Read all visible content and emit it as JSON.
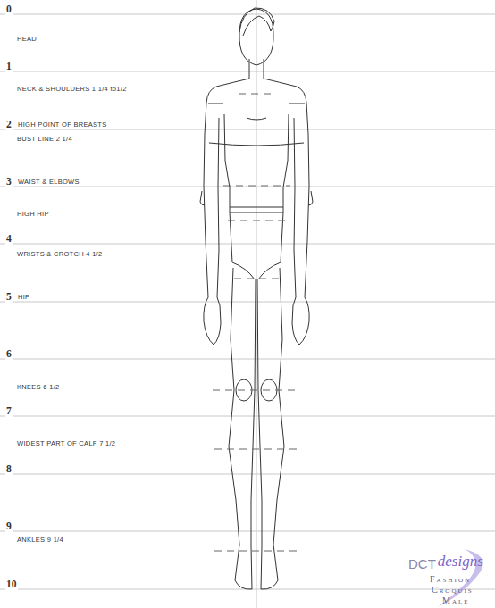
{
  "diagram": {
    "labels": [
      "0",
      "HEAD",
      "1",
      "NECK & SHOULDERS 1 1/4 to1/2",
      "2",
      "HIGH POINT OF BREASTS",
      "BUST LINE 2 1/4",
      "3",
      "WAIST & ELBOWS",
      "HIGH HIP",
      "4",
      "WRISTS & CROTCH 4 1/2",
      "5",
      "HIP",
      "6",
      "KNEES 6 1/2",
      "7",
      "WIDEST PART OF CALF 7 1/2",
      "8",
      "9",
      "ANKLES 9 1/4",
      "10",
      "DCT",
      "designs",
      "Fashion",
      "Croquis",
      "Male"
    ]
  }
}
